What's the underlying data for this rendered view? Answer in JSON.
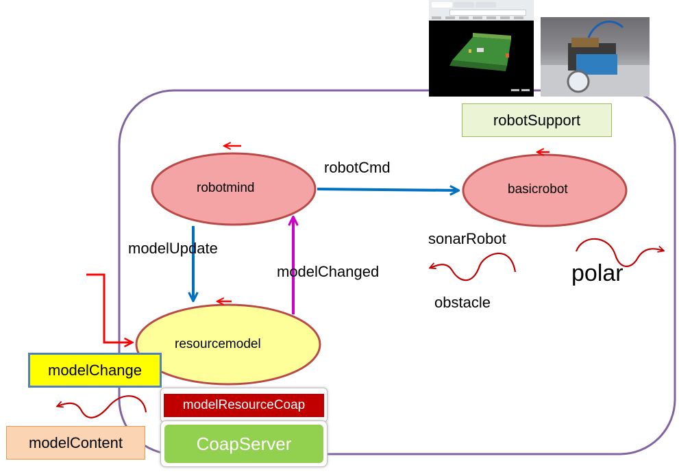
{
  "nodes": {
    "robotmind": "robotmind",
    "basicrobot": "basicrobot",
    "resourcemodel": "resourcemodel"
  },
  "edges": {
    "robotCmd": "robotCmd",
    "modelUpdate": "modelUpdate",
    "modelChanged": "modelChanged"
  },
  "labels": {
    "sonarRobot": "sonarRobot",
    "obstacle": "obstacle",
    "polar": "polar"
  },
  "boxes": {
    "robotSupport": "robotSupport",
    "modelChange": "modelChange",
    "modelResourceCoap": "modelResourceCoap",
    "CoapServer": "CoapServer",
    "modelContent": "modelContent"
  },
  "colors": {
    "container_border": "#8064a2",
    "node_fill": "#f4a4a4",
    "node_border": "#b94a48",
    "resourcemodel_fill": "#ffff99",
    "arrow_blue": "#0070c0",
    "arrow_magenta": "#cc00cc",
    "arrow_red": "#ff0000",
    "robotSupport_fill": "#ebf5d6",
    "modelChange_fill": "#ffff00",
    "modelResourceCoap_fill": "#c00000",
    "CoapServer_fill": "#92d050",
    "modelContent_fill": "#fbd4b4"
  },
  "images": {
    "screenshot": "web-3d-scene-screenshot",
    "photo": "mbot-robot-photo"
  }
}
